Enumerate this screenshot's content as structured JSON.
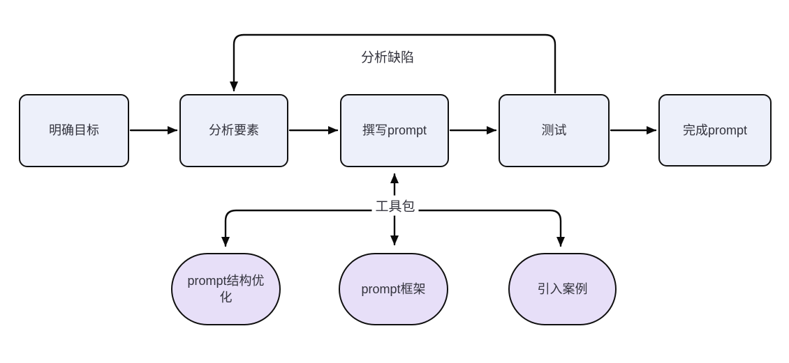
{
  "diagram": {
    "type": "flowchart",
    "background": "#ffffff",
    "colors": {
      "process_fill": "#edf0fa",
      "tool_fill": "#e7dff8",
      "border": "#101010",
      "line": "#0a0a0a",
      "text": "#33333d"
    },
    "main_flow": {
      "nodes": [
        {
          "id": "goal",
          "label": "明确目标",
          "shape": "rect"
        },
        {
          "id": "analyze",
          "label": "分析要素",
          "shape": "rect"
        },
        {
          "id": "write",
          "label": "撰写prompt",
          "shape": "rect"
        },
        {
          "id": "test",
          "label": "测试",
          "shape": "rect"
        },
        {
          "id": "finish",
          "label": "完成prompt",
          "shape": "rect"
        }
      ],
      "edges": [
        {
          "from": "goal",
          "to": "analyze",
          "label": ""
        },
        {
          "from": "analyze",
          "to": "write",
          "label": ""
        },
        {
          "from": "write",
          "to": "test",
          "label": ""
        },
        {
          "from": "test",
          "to": "finish",
          "label": ""
        },
        {
          "from": "test",
          "to": "analyze",
          "label": "分析缺陷"
        }
      ]
    },
    "toolkit": {
      "label": "工具包",
      "points_to": "write",
      "tools": [
        {
          "id": "structure",
          "label": "prompt结构优化",
          "shape": "stadium"
        },
        {
          "id": "framework",
          "label": "prompt框架",
          "shape": "stadium"
        },
        {
          "id": "examples",
          "label": "引入案例",
          "shape": "stadium"
        }
      ]
    }
  }
}
